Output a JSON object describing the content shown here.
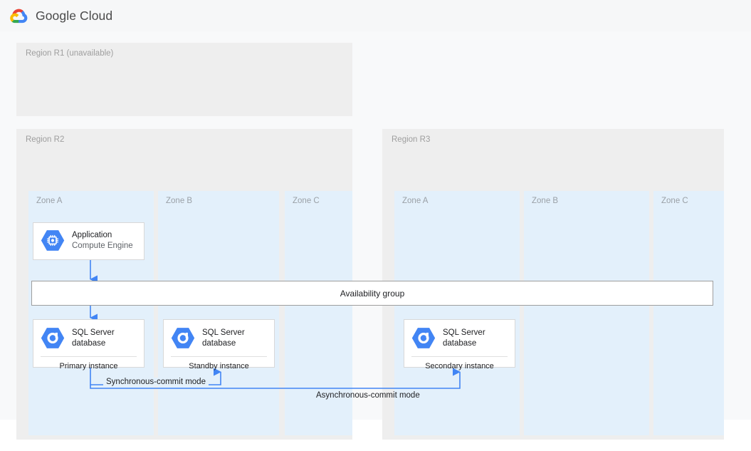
{
  "header": {
    "logo_name": "google-cloud-logo",
    "title": "Google Cloud"
  },
  "colors": {
    "region_bg": "#eeeeee",
    "zone_bg": "#e3f0fb",
    "canvas_bg": "#f8f9fa",
    "connector": "#4285f4",
    "icon_blue": "#4285f4",
    "icon_blue_dark": "#3367d6",
    "card_border": "#d8d8d8",
    "bar_border": "#9e9e9e",
    "muted_text": "#9e9e9e"
  },
  "regions": [
    {
      "id": "r1",
      "label": "Region R1 (unavailable)",
      "available": false,
      "zones": []
    },
    {
      "id": "r2",
      "label": "Region R2",
      "available": true,
      "zones": [
        {
          "id": "r2-zone-a",
          "label": "Zone A"
        },
        {
          "id": "r2-zone-b",
          "label": "Zone B"
        },
        {
          "id": "r2-zone-c",
          "label": "Zone C"
        }
      ]
    },
    {
      "id": "r3",
      "label": "Region R3",
      "available": true,
      "zones": [
        {
          "id": "r3-zone-a",
          "label": "Zone A"
        },
        {
          "id": "r3-zone-b",
          "label": "Zone B"
        },
        {
          "id": "r3-zone-c",
          "label": "Zone C"
        }
      ]
    }
  ],
  "cards": {
    "application": {
      "icon": "compute-engine-icon",
      "title": "Application",
      "subtitle": "Compute Engine"
    },
    "primary": {
      "icon": "sql-server-database-icon",
      "title_line1": "SQL Server",
      "title_line2": "database",
      "footer": "Primary instance"
    },
    "standby": {
      "icon": "sql-server-database-icon",
      "title_line1": "SQL Server",
      "title_line2": "database",
      "footer": "Standby instance"
    },
    "secondary": {
      "icon": "sql-server-database-icon",
      "title_line1": "SQL Server",
      "title_line2": "database",
      "footer": "Secondary instance"
    }
  },
  "availability_group": {
    "label": "Availability group"
  },
  "connectors": {
    "sync_label": "Synchronous-commit mode",
    "async_label": "Asynchronous-commit mode"
  }
}
